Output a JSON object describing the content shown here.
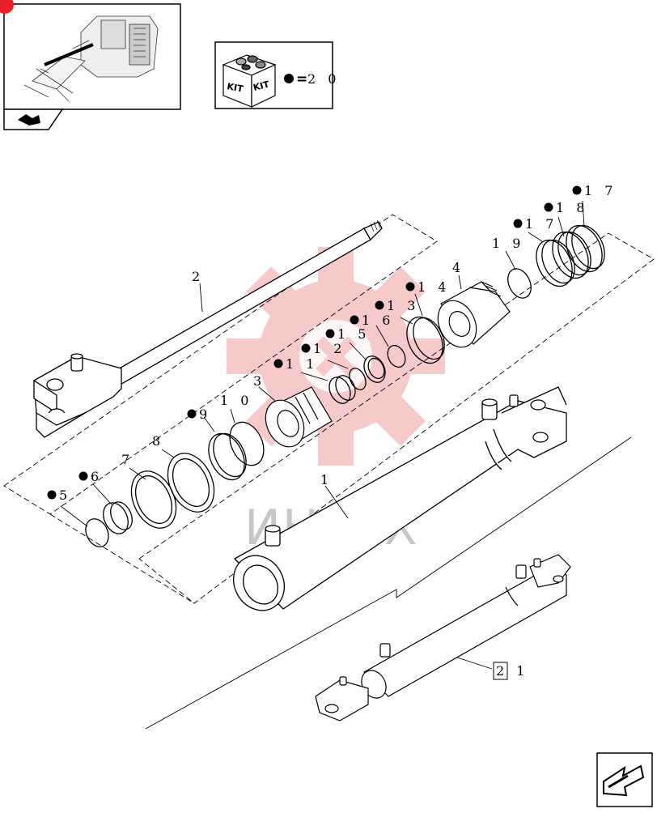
{
  "kit_box": {
    "kit_a": "KIT",
    "kit_b": "KIT",
    "equals": "=",
    "count": "2 0"
  },
  "watermark": {
    "text": "ИНТЕХ",
    "color": "#f2a0a0"
  },
  "callouts": [
    {
      "id": "c1",
      "text": "1",
      "dot": false
    },
    {
      "id": "c2",
      "text": "2",
      "dot": false
    },
    {
      "id": "c3",
      "text": "3",
      "dot": false
    },
    {
      "id": "c4",
      "text": "4",
      "dot": false
    },
    {
      "id": "c5",
      "text": "5",
      "dot": true
    },
    {
      "id": "c6",
      "text": "6",
      "dot": true
    },
    {
      "id": "c7",
      "text": "7",
      "dot": false
    },
    {
      "id": "c8",
      "text": "8",
      "dot": false
    },
    {
      "id": "c9",
      "text": "9",
      "dot": true
    },
    {
      "id": "c10",
      "text": "1 0",
      "dot": false
    },
    {
      "id": "c11",
      "text": "1 1",
      "dot": true
    },
    {
      "id": "c12",
      "text": "1 2",
      "dot": true
    },
    {
      "id": "c13",
      "text": "1 3",
      "dot": true
    },
    {
      "id": "c14",
      "text": "1 4",
      "dot": true
    },
    {
      "id": "c15",
      "text": "1 5",
      "dot": true
    },
    {
      "id": "c16",
      "text": "1 6",
      "dot": true
    },
    {
      "id": "c17a",
      "text": "1 7",
      "dot": true
    },
    {
      "id": "c17b",
      "text": "1 7",
      "dot": true
    },
    {
      "id": "c18",
      "text": "1 8",
      "dot": true
    },
    {
      "id": "c19",
      "text": "1 9",
      "dot": false
    },
    {
      "id": "c21",
      "text": "2 1",
      "dot": false,
      "boxed_digit": "2"
    }
  ],
  "colors": {
    "line": "#000000",
    "accent": "#e8202a",
    "watermark": "#f2a0a0"
  },
  "icons": [
    "tractor-thumbnail",
    "kit-box-icon",
    "previous-page-icon",
    "next-page-icon"
  ]
}
